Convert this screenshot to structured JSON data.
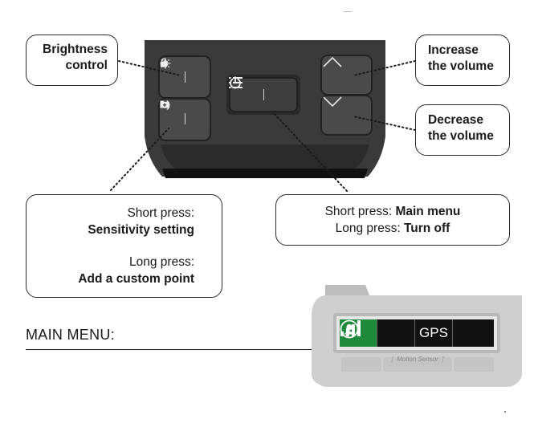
{
  "callouts": {
    "brightness": [
      "Brightness",
      "control"
    ],
    "increase": [
      "Increase",
      "the volume"
    ],
    "decrease": [
      "Decrease",
      "the volume"
    ],
    "sensitivity": {
      "short_prefix": "Short press:",
      "short_value": "Sensitivity setting",
      "long_prefix": "Long press:",
      "long_value": "Add a custom point"
    },
    "menu_button": {
      "short_prefix": "Short press:",
      "short_value": "Main menu",
      "long_prefix": "Long press:",
      "long_value": "Turn off"
    }
  },
  "buttons": {
    "top_left_icons": [
      "brightness-icon",
      "lock-icon"
    ],
    "bottom_left_icons": [
      "sensitivity-icon",
      "custom-point-icon"
    ],
    "center_icons": [
      "menu-list-icon",
      "power-icon"
    ],
    "up_icon": "chevron-up-icon",
    "down_icon": "chevron-down-icon"
  },
  "main_menu": {
    "title": "MAIN MENU:",
    "items": [
      {
        "icon": "user-icon",
        "label": ""
      },
      {
        "icon": "signal-bars-icon",
        "label": ""
      },
      {
        "icon": "gps-icon",
        "label": "GPS"
      },
      {
        "icon": "help-icon",
        "label": ""
      }
    ],
    "sensor_label": "Motion Sensor"
  },
  "colors": {
    "menu_active": "#1f8a3b",
    "device_body": "#3c3c3c",
    "device_bottom": "#d2d2d2"
  }
}
